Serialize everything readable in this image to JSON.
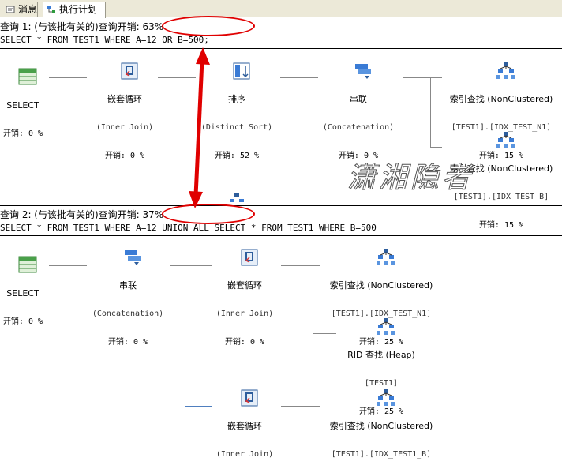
{
  "tabs": [
    {
      "label": "消息"
    },
    {
      "label": "执行计划"
    }
  ],
  "query1": {
    "header": "查询 1: (与该批有关的)查询开销: 63%",
    "sql": "SELECT * FROM TEST1 WHERE A=12 OR B=500;",
    "nodes": {
      "select": {
        "title": "SELECT",
        "cost": "开销: 0 %"
      },
      "nested": {
        "title": "嵌套循环",
        "sub": "(Inner Join)",
        "cost": "开销: 0 %"
      },
      "sort": {
        "title": "排序",
        "sub": "(Distinct Sort)",
        "cost": "开销: 52 %"
      },
      "concat": {
        "title": "串联",
        "sub": "(Concatenation)",
        "cost": "开销: 0 %"
      },
      "seek1": {
        "title": "索引查找 (NonClustered)",
        "sub": "[TEST1].[IDX_TEST_N1]",
        "cost": "开销: 15 %"
      },
      "seek2": {
        "title": "索引查找 (NonClustered)",
        "sub": "[TEST1].[IDX_TEST_B]",
        "cost": "开销: 15 %"
      }
    }
  },
  "query2": {
    "header": "查询 2: (与该批有关的)查询开销: 37%",
    "sql": "SELECT * FROM TEST1 WHERE A=12 UNION ALL SELECT * FROM TEST1 WHERE B=500",
    "nodes": {
      "select": {
        "title": "SELECT",
        "cost": "开销: 0 %"
      },
      "concat": {
        "title": "串联",
        "sub": "(Concatenation)",
        "cost": "开销: 0 %"
      },
      "nested1": {
        "title": "嵌套循环",
        "sub": "(Inner Join)",
        "cost": "开销: 0 %"
      },
      "seek1": {
        "title": "索引查找 (NonClustered)",
        "sub": "[TEST1].[IDX_TEST_N1]",
        "cost": "开销: 25 %"
      },
      "rid": {
        "title": "RID 查找 (Heap)",
        "sub": "[TEST1]",
        "cost": "开销: 25 %"
      },
      "nested2": {
        "title": "嵌套循环",
        "sub": "(Inner Join)"
      },
      "seek2": {
        "title": "索引查找 (NonClustered)",
        "sub": "[TEST1].[IDX_TEST1_B]"
      }
    }
  },
  "watermark": "潇湘隐者",
  "colors": {
    "highlight": "#e00000",
    "arrow": "#e00000",
    "connector": "#888888",
    "blue_connector": "#4f7fbf"
  }
}
